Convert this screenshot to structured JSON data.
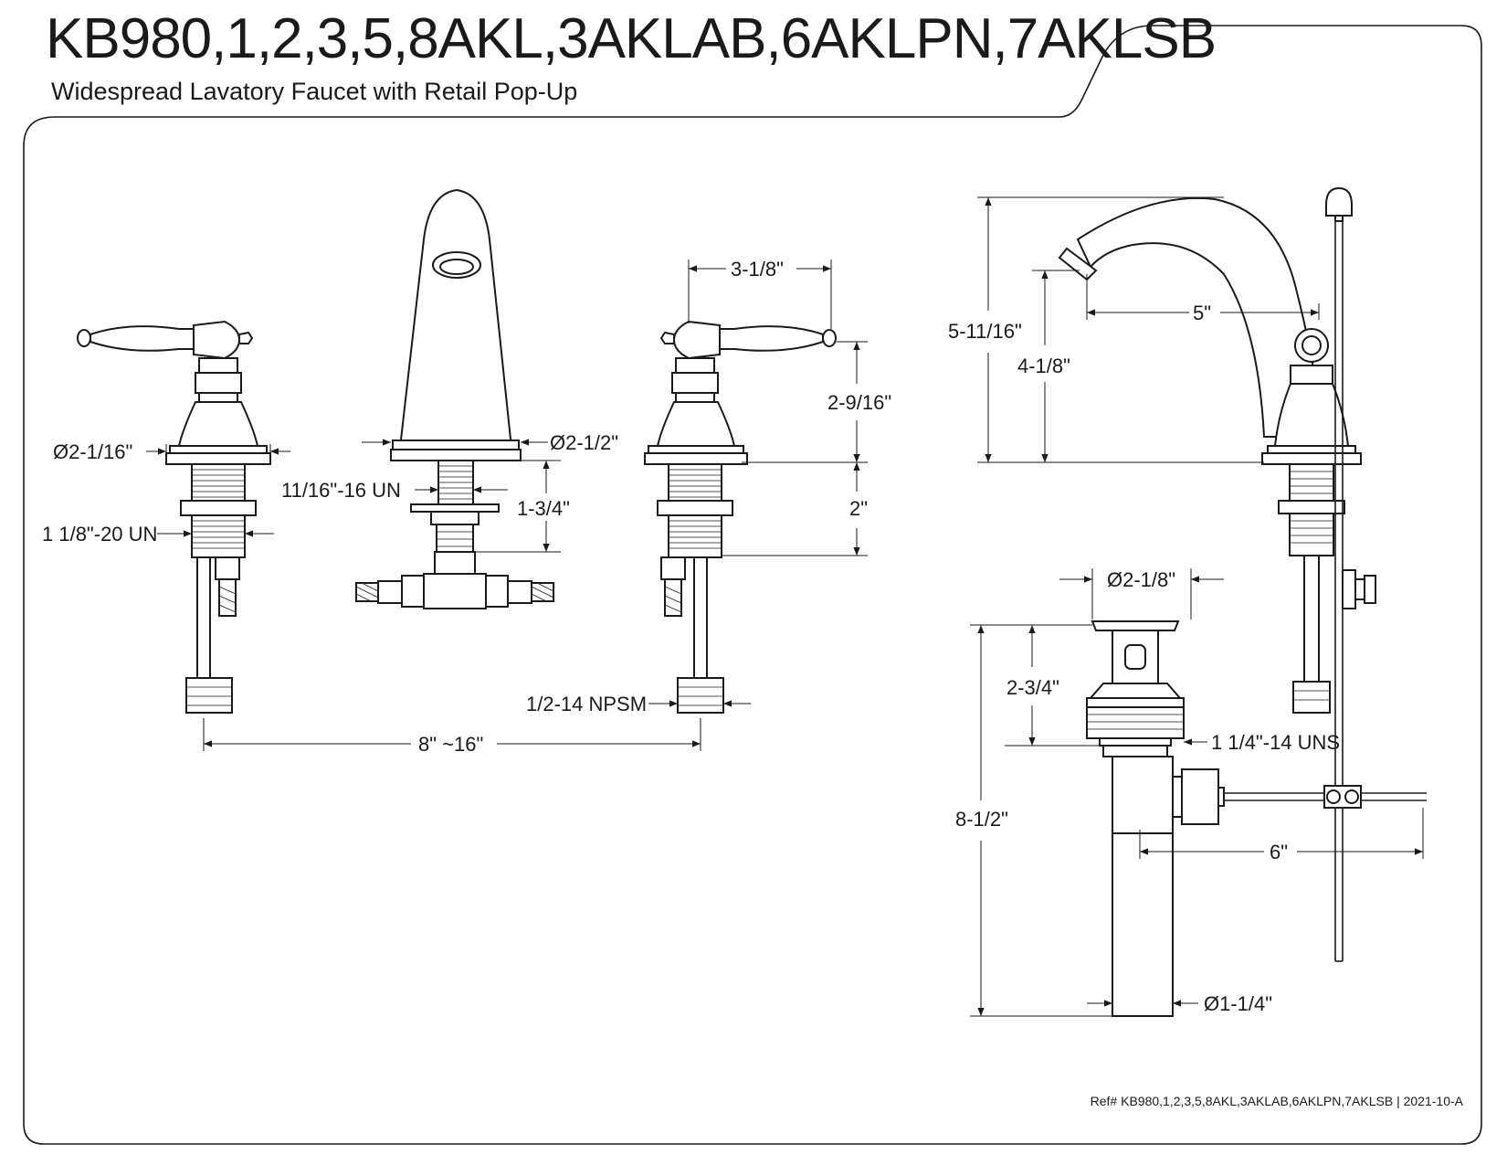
{
  "header": {
    "title": "KB980,1,2,3,5,8AKL,3AKLAB,6AKLPN,7AKLSB",
    "subtitle": "Widespread Lavatory Faucet with Retail Pop-Up"
  },
  "dimensions": {
    "handle_flange_dia": "Ø2-1/16\"",
    "handle_thread": "1 1/8\"-20 UN",
    "spout_flange_dia": "Ø2-1/2\"",
    "spout_thread": "11/16\"-16 UN",
    "spout_shank": "1-3/4\"",
    "handle_spread": "3-1/8\"",
    "handle_height": "2-9/16\"",
    "handle_shank": "2\"",
    "supply_connection": "1/2-14 NPSM",
    "center_spread": "8\" ~16\"",
    "overall_height": "5-11/16\"",
    "spout_height": "4-1/8\"",
    "spout_reach": "5\"",
    "drain_flange_dia": "Ø2-1/8\"",
    "drain_body": "2-3/4\"",
    "drain_thread": "1 1/4\"-14 UNS",
    "drain_length": "8-1/2\"",
    "pivot_rod": "6\"",
    "tailpiece_dia": "Ø1-1/4\""
  },
  "footer": {
    "ref": "Ref# KB980,1,2,3,5,8AKL,3AKLAB,6AKLPN,7AKLSB | 2021-10-A"
  }
}
